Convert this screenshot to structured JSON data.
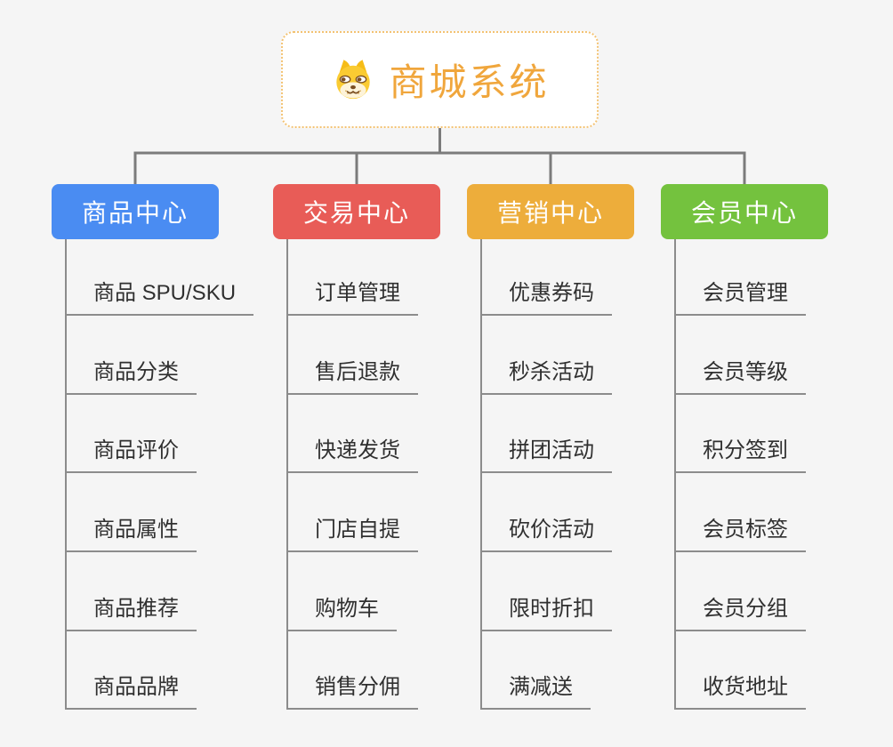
{
  "root": {
    "label": "商城系统",
    "icon": "dog-face-icon",
    "accent_color": "#F0A63C",
    "border_color": "#F3C272"
  },
  "branches": [
    {
      "label": "商品中心",
      "color": "#4A8CF2",
      "children": [
        "商品 SPU/SKU",
        "商品分类",
        "商品评价",
        "商品属性",
        "商品推荐",
        "商品品牌"
      ]
    },
    {
      "label": "交易中心",
      "color": "#E85C57",
      "children": [
        "订单管理",
        "售后退款",
        "快递发货",
        "门店自提",
        "购物车",
        "销售分佣"
      ]
    },
    {
      "label": "营销中心",
      "color": "#EDAD3B",
      "children": [
        "优惠券码",
        "秒杀活动",
        "拼团活动",
        "砍价活动",
        "限时折扣",
        "满减送"
      ]
    },
    {
      "label": "会员中心",
      "color": "#74C23E",
      "children": [
        "会员管理",
        "会员等级",
        "积分签到",
        "会员标签",
        "会员分组",
        "收货地址"
      ]
    }
  ],
  "connector_color": "#7B7B7B",
  "underline_color": "#8C8C8C",
  "background_color": "#F5F5F5"
}
